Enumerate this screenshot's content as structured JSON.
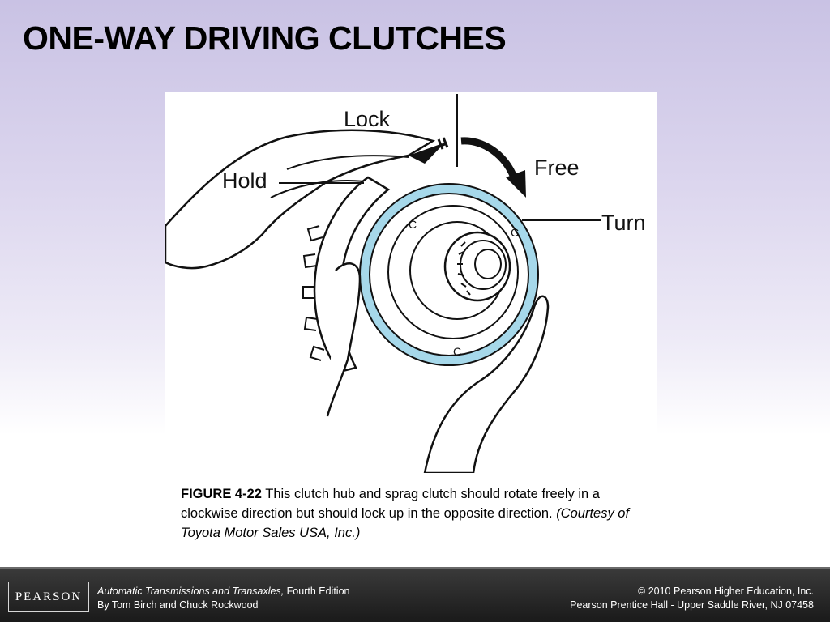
{
  "slide": {
    "title": "ONE-WAY DRIVING CLUTCHES"
  },
  "figure": {
    "labels": {
      "lock": "Lock",
      "hold": "Hold",
      "free": "Free",
      "turn": "Turn",
      "c": "C"
    }
  },
  "caption": {
    "figure_number": "FIGURE 4-22",
    "text": " This clutch hub and sprag clutch should rotate freely in a clockwise direction but should lock up in the opposite direction. ",
    "credit": "(Courtesy of Toyota Motor Sales USA, Inc.)"
  },
  "footer": {
    "logo": "PEARSON",
    "book_title": "Automatic Transmissions and Transaxles,",
    "edition": " Fourth Edition",
    "authors": "By Tom Birch and Chuck Rockwood",
    "copyright": "© 2010 Pearson Higher Education, Inc.",
    "publisher": "Pearson Prentice Hall - Upper Saddle River, NJ 07458"
  },
  "colors": {
    "accent_blue": "#a6d8ea",
    "footer_bg": "#2a2a2a"
  }
}
